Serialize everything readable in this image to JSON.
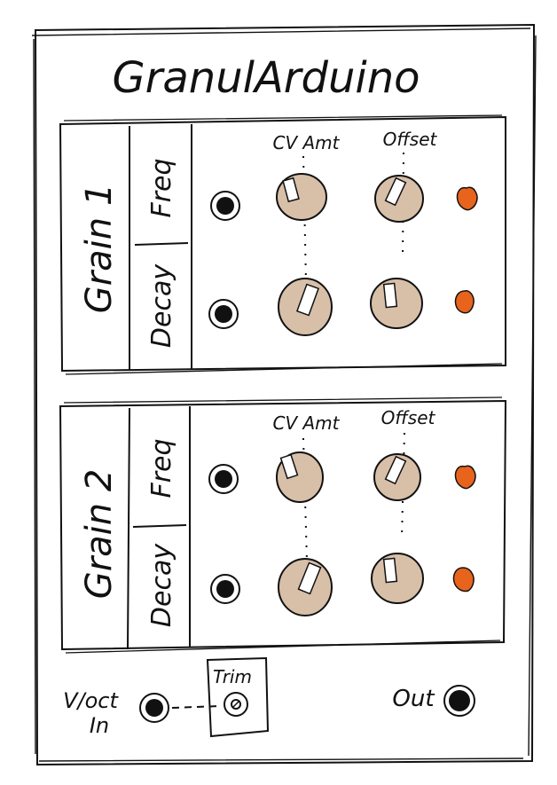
{
  "module": {
    "title": "GranulArduino"
  },
  "sections": [
    {
      "name": "Grain 1",
      "rows": [
        {
          "label": "Freq"
        },
        {
          "label": "Decay"
        }
      ],
      "column_labels": {
        "cv_amount": "CV Amt",
        "offset": "Offset"
      }
    },
    {
      "name": "Grain 2",
      "rows": [
        {
          "label": "Freq"
        },
        {
          "label": "Decay"
        }
      ],
      "column_labels": {
        "cv_amount": "CV Amt",
        "offset": "Offset"
      }
    }
  ],
  "bottom": {
    "voct_label_line1": "V/oct",
    "voct_label_line2": "In",
    "trim_label": "Trim",
    "out_label": "Out"
  },
  "colors": {
    "knob_fill": "#d8bfa8",
    "knob_stroke": "#1a1a1a",
    "led": "#e8631c",
    "ink": "#111111"
  }
}
